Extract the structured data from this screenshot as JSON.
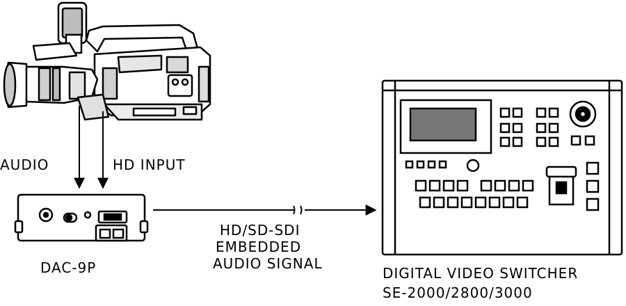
{
  "labels": {
    "audio": "AUDIO",
    "hd_input": "HD INPUT",
    "dac": "DAC-9P",
    "signal": [
      "HD/SD-SDI",
      "EMBEDDED",
      "AUDIO SIGNAL"
    ],
    "switcher_title": "DIGITAL VIDEO SWITCHER",
    "switcher_model": "SE-2000/2800/3000"
  },
  "colors": {
    "line": "#000000",
    "screen": "#777777",
    "body": "#ffffff"
  },
  "icons": [
    "camcorder-icon",
    "converter-box-icon",
    "video-switcher-icon"
  ]
}
